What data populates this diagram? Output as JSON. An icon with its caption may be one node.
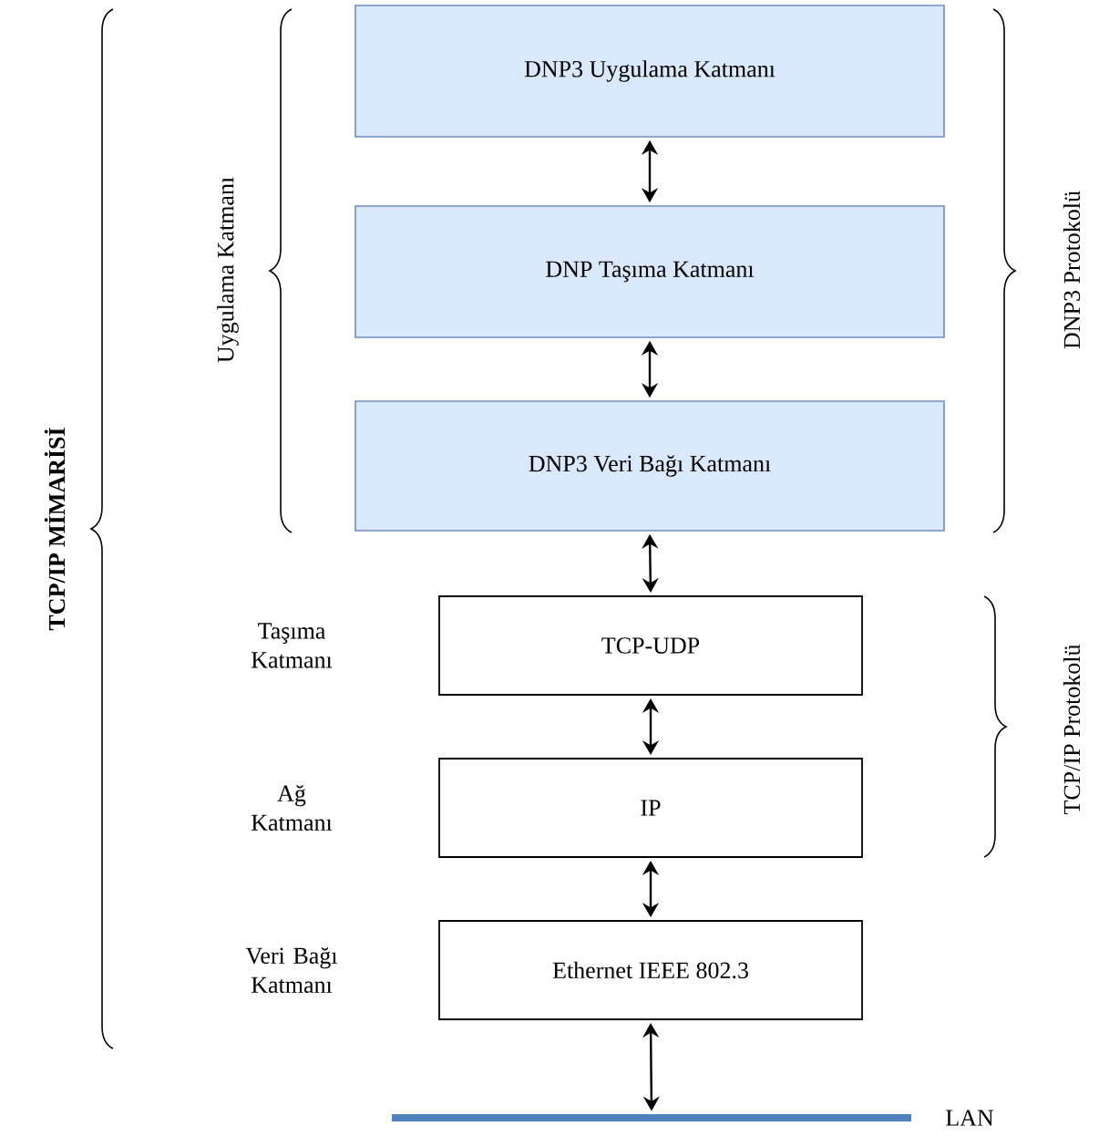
{
  "diagram": {
    "nodes": [
      {
        "text": [
          "DNP3 Uygulama Katmanı"
        ]
      },
      {
        "text": [
          "DNP Taşıma Katmanı"
        ]
      },
      {
        "text": [
          "DNP3 Veri Bağı Katmanı"
        ]
      },
      {
        "text": [
          "TCP-UDP"
        ]
      },
      {
        "text": [
          "IP"
        ]
      },
      {
        "text": [
          "Ethernet IEEE 802.3"
        ]
      },
      {
        "text": [],
        "shape": "bar",
        "beside": [
          "LAN"
        ]
      }
    ],
    "edges": [
      {
        "from": 0,
        "to": 1,
        "arrow": "both"
      },
      {
        "from": 1,
        "to": 2,
        "arrow": "both"
      },
      {
        "from": 2,
        "to": 3,
        "arrow": "both"
      },
      {
        "from": 3,
        "to": 4,
        "arrow": "both"
      },
      {
        "from": 4,
        "to": 5,
        "arrow": "both"
      },
      {
        "from": 5,
        "to": 6,
        "arrow": "both"
      }
    ],
    "labels": [
      "TCP/IP MİMARİSİ",
      "Uygulama Katmanı",
      "DNP3 Protokolü",
      "Taşıma Katmanı",
      "TCP/IP Protokolü",
      "Ağ Katmanı",
      "Veri Bağı Katmanı"
    ]
  }
}
